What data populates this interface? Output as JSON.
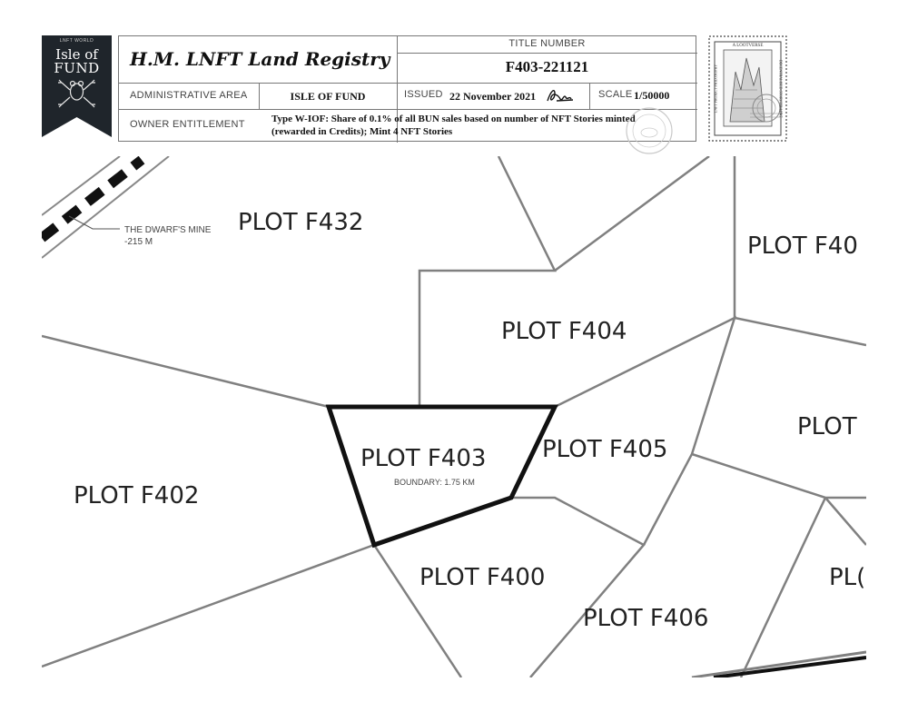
{
  "badge": {
    "small_text": "LNFT WORLD",
    "line1": "Isle of",
    "line2": "FUND"
  },
  "header": {
    "registry_title": "H.M. LNFT Land Registry",
    "title_number_label": "TITLE NUMBER",
    "title_number": "F403-221121",
    "admin_area_label": "ADMINISTRATIVE AREA",
    "admin_area_value": "ISLE OF FUND",
    "issued_label": "ISSUED",
    "issued_value": "22 November 2021",
    "scale_label": "SCALE",
    "scale_value": "1/50000",
    "owner_label": "OWNER ENTITLEMENT",
    "owner_value_line1": "Type W-IOF: Share of 0.1% of all BUN sales based on number of NFT Stories minted",
    "owner_value_line2": "(rewarded in Credits); Mint 4 NFT Stories"
  },
  "stamp": {
    "top_text": "A LOOTVERSE",
    "left_text": "LNFT PROJECT PHILOSOPHY",
    "right_text": "DECENTRALISED STORYTELLING"
  },
  "map": {
    "mine_label_line1": "THE DWARF'S MINE",
    "mine_label_line2": "-215 M",
    "plots": {
      "f432": "PLOT F432",
      "f40x_top_right": "PLOT F40",
      "f404": "PLOT F404",
      "f403": "PLOT F403",
      "f403_boundary": "BOUNDARY: 1.75 KM",
      "f405": "PLOT F405",
      "f402": "PLOT F402",
      "f400": "PLOT F400",
      "f406": "PLOT F406",
      "right_mid": "PLOT",
      "right_low": "PL("
    }
  },
  "colors": {
    "badge_bg": "#1f252b",
    "line": "#777777",
    "highlight": "#111111"
  }
}
